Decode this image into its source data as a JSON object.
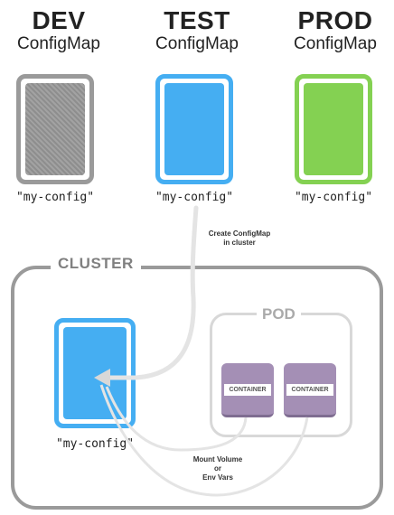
{
  "environments": [
    {
      "name": "DEV",
      "kind": "ConfigMap",
      "config_name": "\"my-config\"",
      "color": "#9a9a9a"
    },
    {
      "name": "TEST",
      "kind": "ConfigMap",
      "config_name": "\"my-config\"",
      "color": "#45aef2"
    },
    {
      "name": "PROD",
      "kind": "ConfigMap",
      "config_name": "\"my-config\"",
      "color": "#84d152"
    }
  ],
  "create_note": [
    "Create ConfigMap",
    "in cluster"
  ],
  "cluster": {
    "label": "CLUSTER",
    "configmap_name": "\"my-config\"",
    "configmap_color": "#45aef2",
    "pod": {
      "label": "POD",
      "containers": [
        "CONTAINER",
        "CONTAINER"
      ]
    },
    "mount_note": [
      "Mount Volume",
      "or",
      "Env Vars"
    ]
  }
}
